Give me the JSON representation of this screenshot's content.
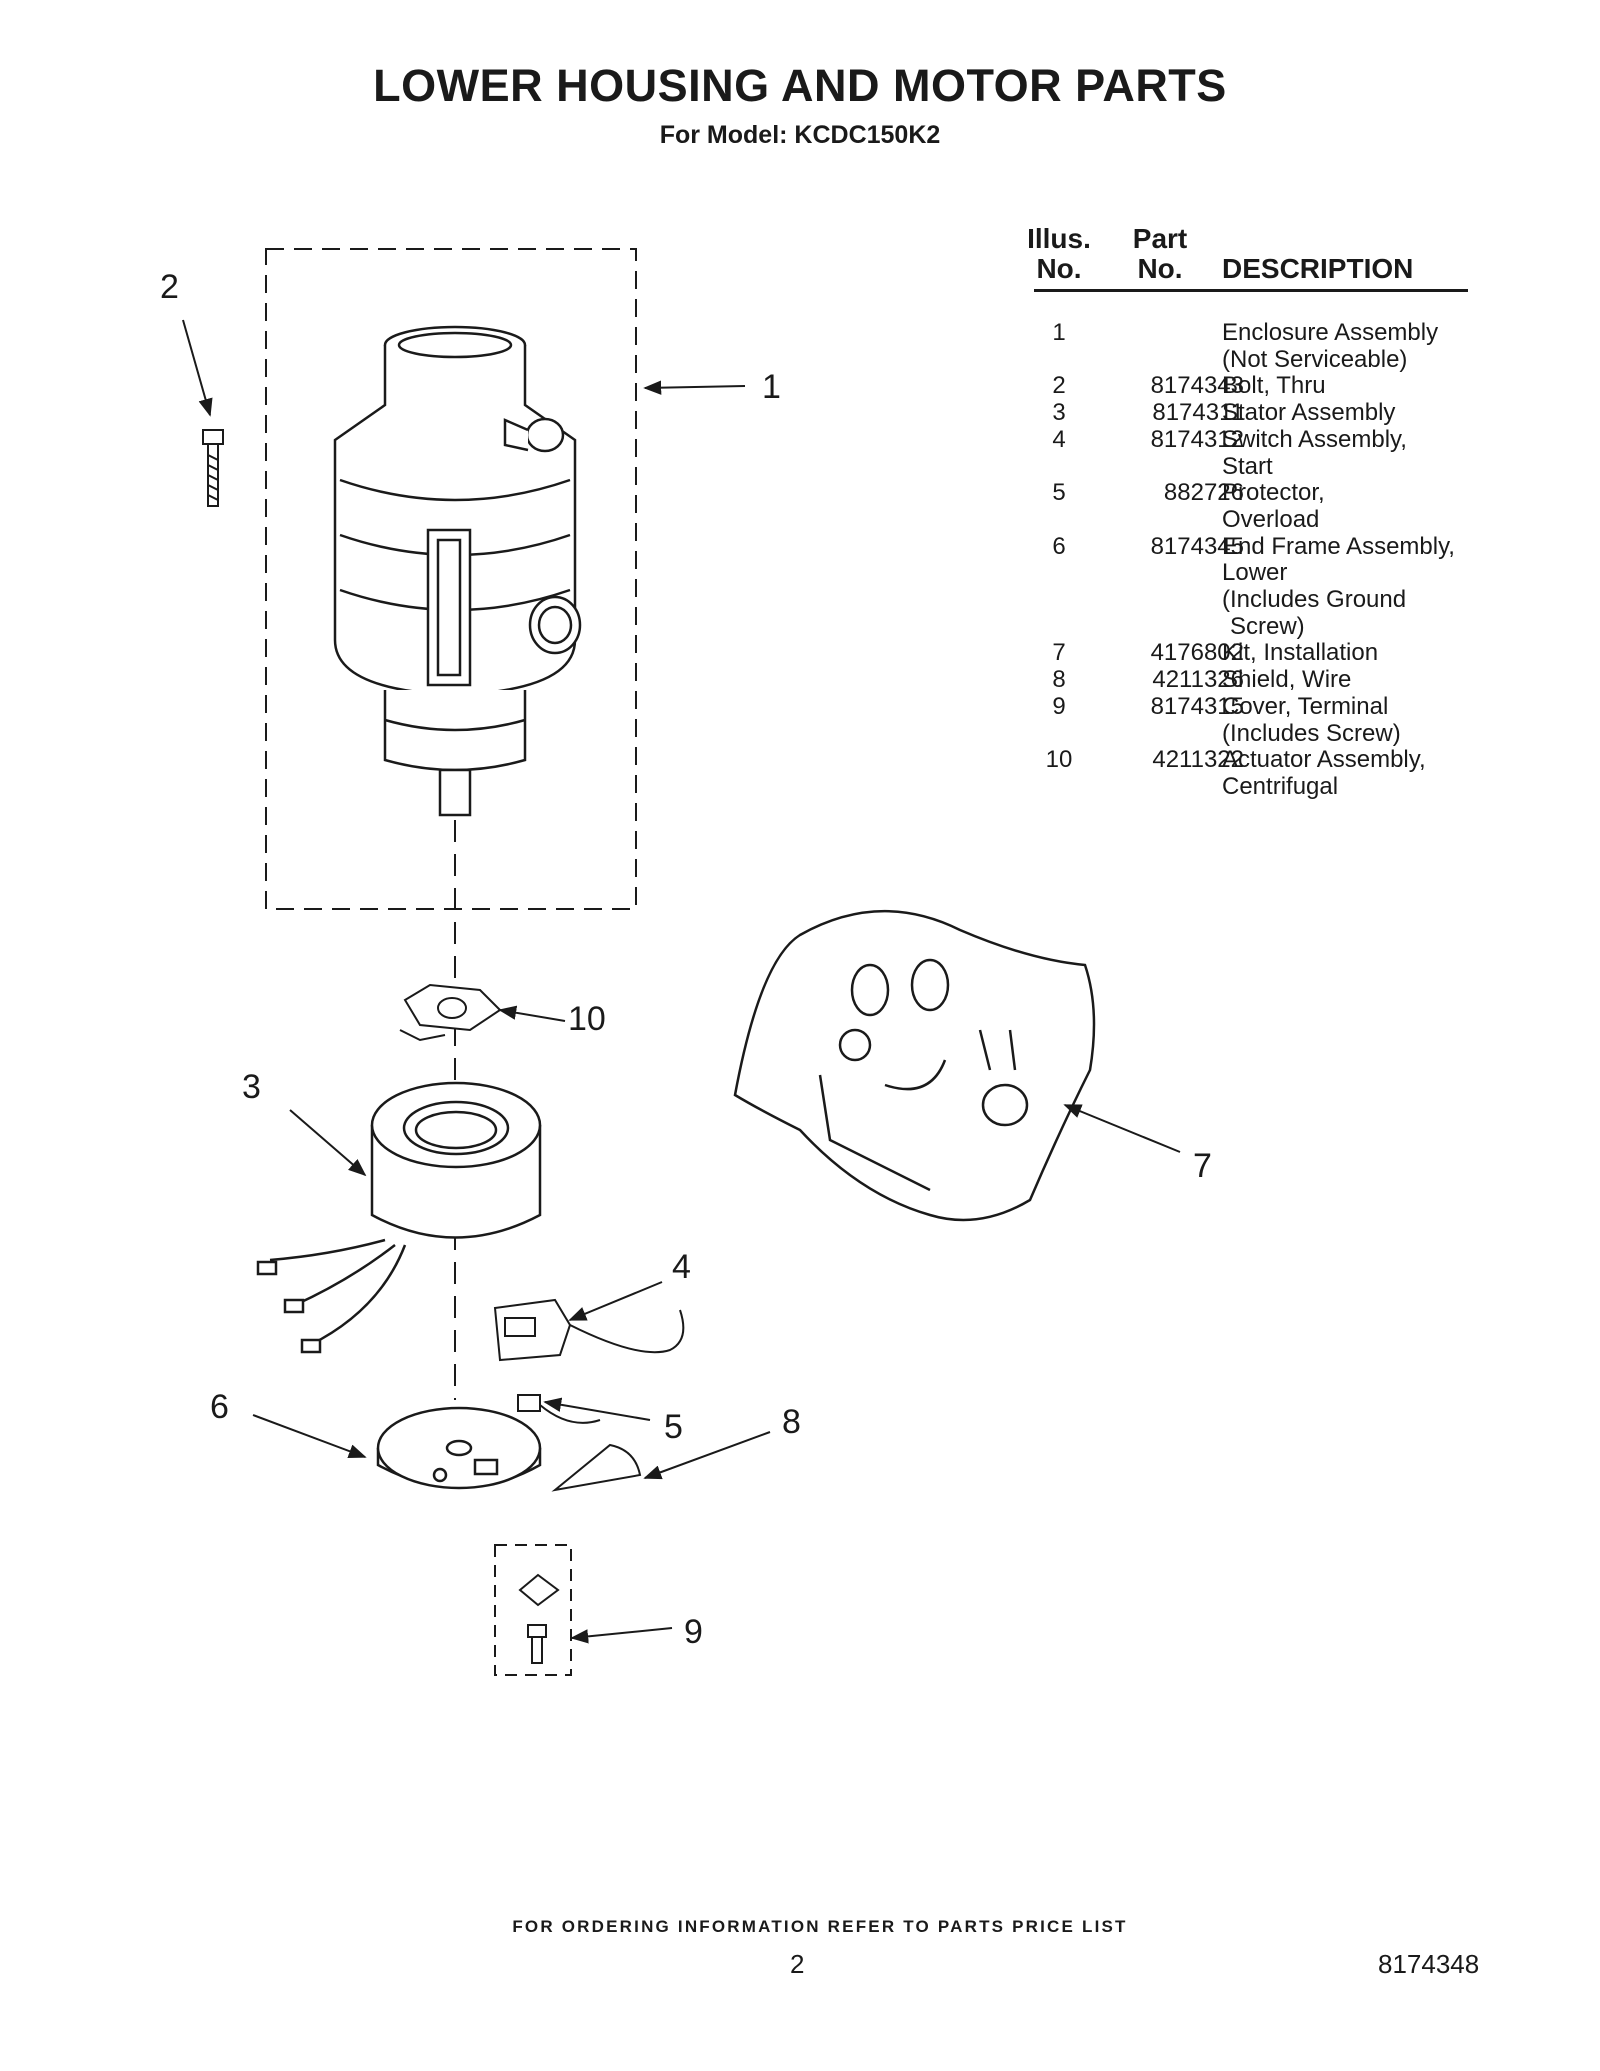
{
  "title": "LOWER HOUSING AND MOTOR PARTS",
  "subtitle": "For Model: KCDC150K2",
  "table": {
    "headers": {
      "illus": [
        "Illus.",
        "No."
      ],
      "part": [
        "Part",
        "No."
      ],
      "description": "DESCRIPTION"
    },
    "rows": [
      {
        "illus": "1",
        "part": "",
        "desc": [
          "Enclosure Assembly",
          "(Not Serviceable)"
        ]
      },
      {
        "illus": "2",
        "part": "8174343",
        "desc": [
          "Bolt, Thru"
        ]
      },
      {
        "illus": "3",
        "part": "8174311",
        "desc": [
          "Stator Assembly"
        ]
      },
      {
        "illus": "4",
        "part": "8174312",
        "desc": [
          "Switch Assembly,",
          "Start"
        ]
      },
      {
        "illus": "5",
        "part": "882726",
        "desc": [
          "Protector,",
          "Overload"
        ]
      },
      {
        "illus": "6",
        "part": "8174345",
        "desc": [
          "End Frame Assembly,",
          "Lower",
          "(Includes Ground",
          " Screw)"
        ]
      },
      {
        "illus": "7",
        "part": "4176802",
        "desc": [
          "Kit, Installation"
        ]
      },
      {
        "illus": "8",
        "part": "4211326",
        "desc": [
          "Shield, Wire"
        ]
      },
      {
        "illus": "9",
        "part": "8174315",
        "desc": [
          "Cover, Terminal",
          "(Includes Screw)"
        ]
      },
      {
        "illus": "10",
        "part": "4211322",
        "desc": [
          "Actuator Assembly,",
          "Centrifugal"
        ]
      }
    ]
  },
  "callouts": [
    "1",
    "2",
    "3",
    "4",
    "5",
    "6",
    "7",
    "8",
    "9",
    "10"
  ],
  "footer": {
    "note": "FOR ORDERING INFORMATION REFER TO PARTS PRICE LIST",
    "page_number": "2",
    "document_number": "8174348"
  }
}
